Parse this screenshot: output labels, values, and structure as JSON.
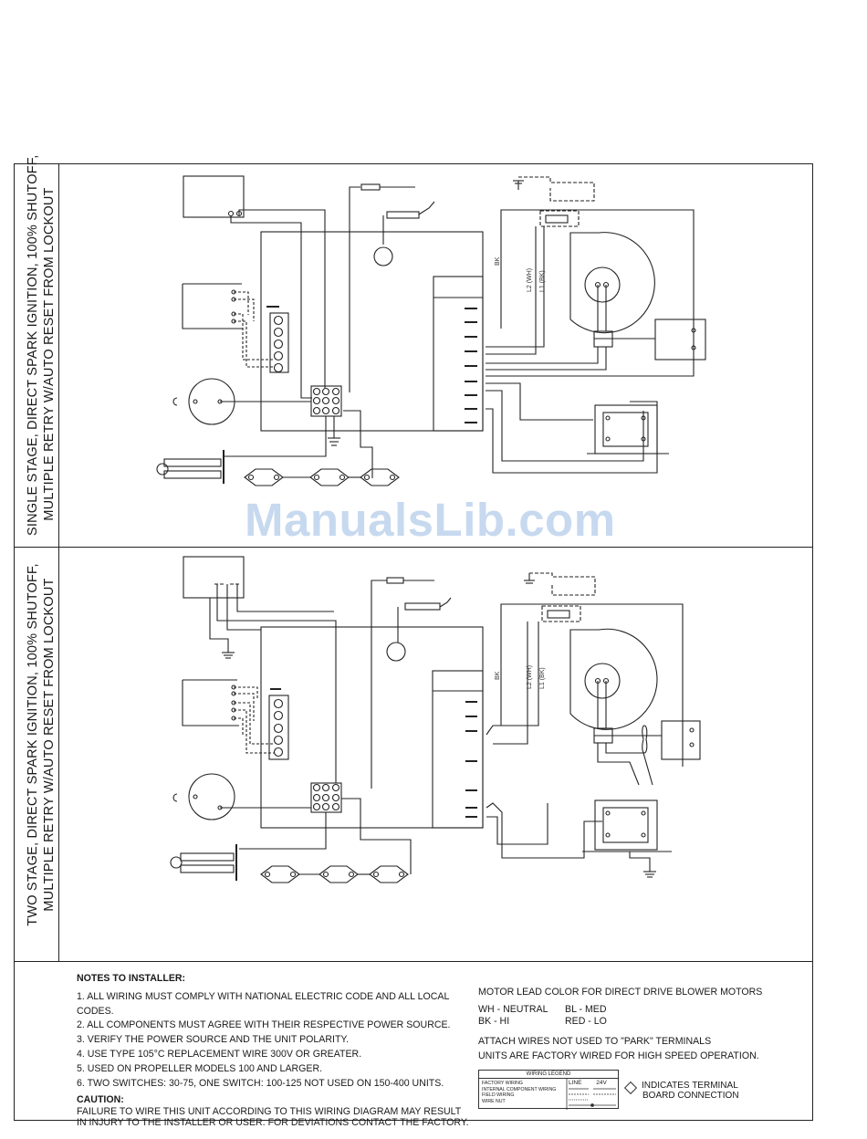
{
  "diagram1": {
    "title_line1": "SINGLE STAGE, DIRECT SPARK IGNITION, 100% SHUTOFF,",
    "title_line2": "MULTIPLE RETRY W/AUTO RESET FROM LOCKOUT",
    "wire_labels": {
      "bk": "BK",
      "l2": "L2 (WH)",
      "l1": "L1 (BK)"
    }
  },
  "diagram2": {
    "title_line1": "TWO STAGE, DIRECT SPARK IGNITION, 100% SHUTOFF,",
    "title_line2": "MULTIPLE RETRY W/AUTO RESET FROM LOCKOUT",
    "wire_labels": {
      "bk": "BK",
      "l2": "L2 (WH)",
      "l1": "L1 (BK)"
    }
  },
  "watermark": "ManualsLib.com",
  "notes": {
    "heading": "NOTES TO INSTALLER:",
    "items": [
      "1. ALL WIRING MUST COMPLY WITH NATIONAL ELECTRIC CODE AND ALL LOCAL CODES.",
      "2. ALL COMPONENTS MUST AGREE WITH THEIR RESPECTIVE POWER SOURCE.",
      "3. VERIFY THE POWER SOURCE AND THE UNIT POLARITY.",
      "4. USE TYPE 105°C REPLACEMENT WIRE 300V OR GREATER.",
      "5. USED ON PROPELLER MODELS 100 AND LARGER.",
      "6. TWO SWITCHES: 30-75, ONE SWITCH: 100-125 NOT USED ON 150-400 UNITS."
    ],
    "caution_heading": "CAUTION:",
    "caution_line1": "FAILURE TO WIRE THIS UNIT ACCORDING TO THIS WIRING DIAGRAM MAY RESULT",
    "caution_line2": "IN INJURY TO THE INSTALLER OR USER.  FOR DEVIATIONS CONTACT THE FACTORY."
  },
  "motor": {
    "heading": "MOTOR LEAD COLOR FOR DIRECT DRIVE BLOWER MOTORS",
    "wh": "WH - NEUTRAL",
    "bl": "BL - MED",
    "bk": "BK - HI",
    "red": "RED - LO",
    "park": "ATTACH WIRES NOT USED TO \"PARK\" TERMINALS",
    "factory": "UNITS ARE FACTORY WIRED FOR HIGH SPEED OPERATION."
  },
  "legend": {
    "title": "WIRING LEGEND",
    "row1": "FACTORY WIRING",
    "row2": "INTERNAL COMPONENT WIRING",
    "row3": "FIELD WIRING",
    "row4": "WIRE NUT",
    "col_line": "LINE",
    "col_24v": "24V"
  },
  "terminal_note_line1": "INDICATES TERMINAL",
  "terminal_note_line2": "BOARD CONNECTION"
}
